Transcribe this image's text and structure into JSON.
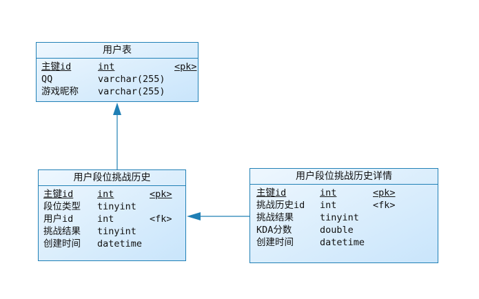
{
  "entities": {
    "user": {
      "title": "用户表",
      "rows": [
        {
          "name": "主键id",
          "type": "int",
          "key": "<pk>"
        },
        {
          "name": "QQ",
          "type": "varchar(255)",
          "key": ""
        },
        {
          "name": "游戏昵称",
          "type": "varchar(255)",
          "key": ""
        }
      ]
    },
    "history": {
      "title": "用户段位挑战历史",
      "rows": [
        {
          "name": "主键id",
          "type": "int",
          "key": "<pk>"
        },
        {
          "name": "段位类型",
          "type": "tinyint",
          "key": ""
        },
        {
          "name": "用户id",
          "type": "int",
          "key": "<fk>"
        },
        {
          "name": "挑战结果",
          "type": "tinyint",
          "key": ""
        },
        {
          "name": "创建时间",
          "type": "datetime",
          "key": ""
        }
      ]
    },
    "detail": {
      "title": "用户段位挑战历史详情",
      "rows": [
        {
          "name": "主键id",
          "type": "int",
          "key": "<pk>"
        },
        {
          "name": "挑战历史id",
          "type": "int",
          "key": "<fk>"
        },
        {
          "name": "挑战结果",
          "type": "tinyint",
          "key": ""
        },
        {
          "name": "KDA分数",
          "type": "double",
          "key": ""
        },
        {
          "name": "创建时间",
          "type": "datetime",
          "key": ""
        }
      ]
    }
  },
  "colors": {
    "border": "#1f7fb5",
    "fill_light": "#eef7fe",
    "fill_dark": "#c9e5fb",
    "connector": "#1f7fb5"
  }
}
